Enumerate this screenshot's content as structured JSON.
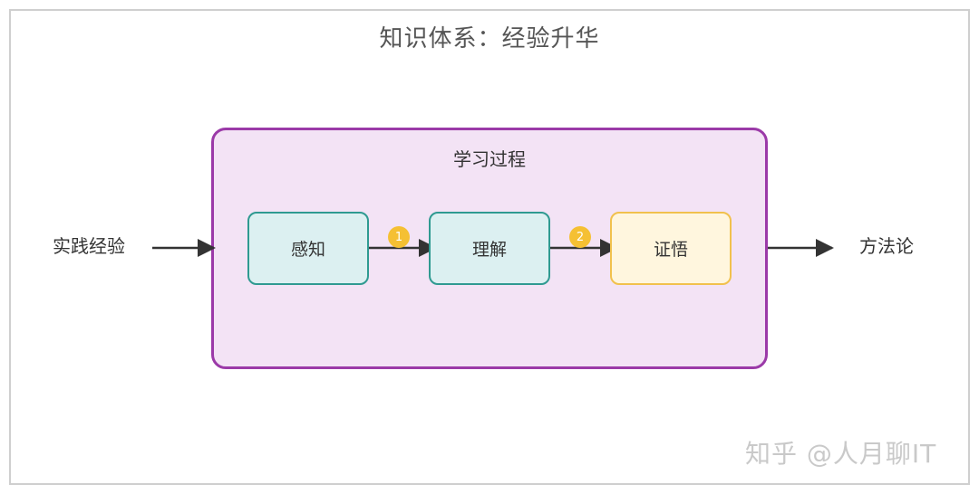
{
  "diagram": {
    "title": "知识体系：经验升华",
    "group": {
      "title": "学习过程"
    },
    "input": "实践经验",
    "output": "方法论",
    "steps": [
      {
        "label": "感知"
      },
      {
        "label": "理解"
      },
      {
        "label": "证悟"
      }
    ],
    "badges": [
      "1",
      "2"
    ],
    "colors": {
      "group_border": "#9b3aa8",
      "group_fill": "#f3e3f5",
      "teal_border": "#2f9a91",
      "teal_fill": "#dcf0f1",
      "amber_border": "#f1c14d",
      "amber_fill": "#fff6de",
      "badge": "#f5c033",
      "arrow": "#333333"
    }
  },
  "watermark": "知乎 @人月聊IT"
}
